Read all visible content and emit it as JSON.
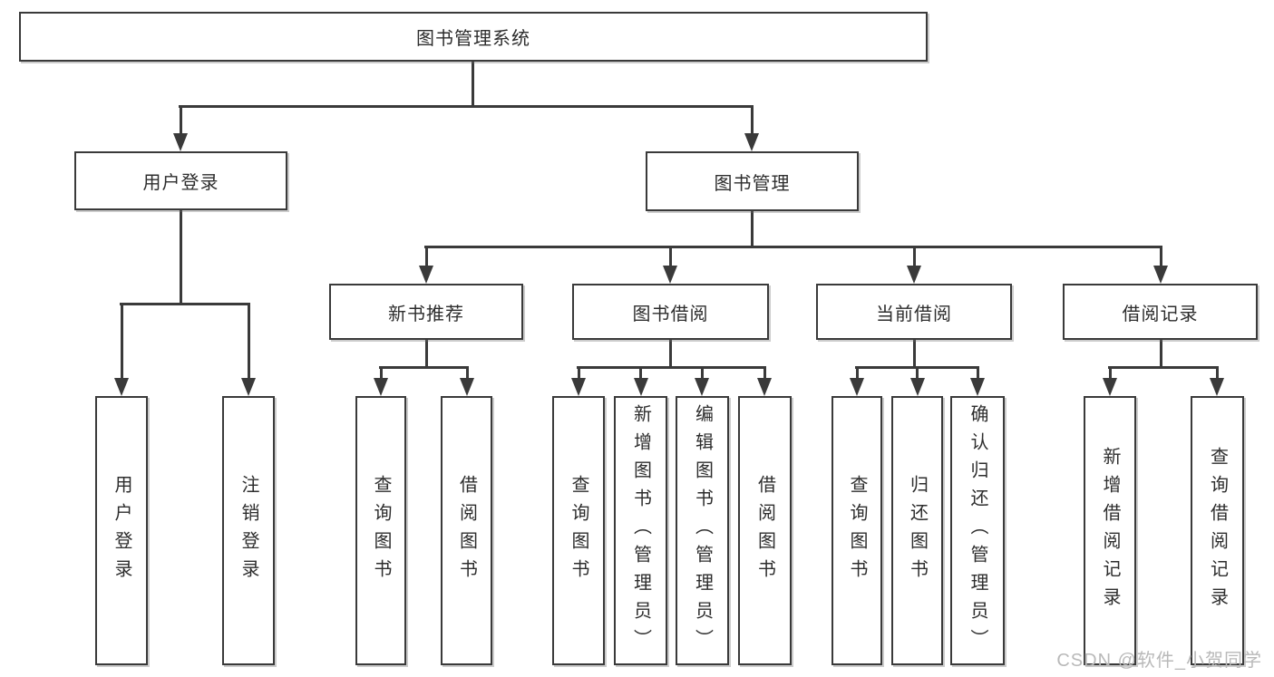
{
  "diagram": {
    "root": {
      "label": "图书管理系统"
    },
    "branches": [
      {
        "label": "用户登录",
        "children": [
          {
            "label": "用户登录"
          },
          {
            "label": "注销登录"
          }
        ]
      },
      {
        "label": "图书管理",
        "children": [
          {
            "label": "新书推荐",
            "children": [
              {
                "label": "查询图书"
              },
              {
                "label": "借阅图书"
              }
            ]
          },
          {
            "label": "图书借阅",
            "children": [
              {
                "label": "查询图书"
              },
              {
                "label": "新增图书（管理员）"
              },
              {
                "label": "编辑图书（管理员）"
              },
              {
                "label": "借阅图书"
              }
            ]
          },
          {
            "label": "当前借阅",
            "children": [
              {
                "label": "查询图书"
              },
              {
                "label": "归还图书"
              },
              {
                "label": "确认归还（管理员）"
              }
            ]
          },
          {
            "label": "借阅记录",
            "children": [
              {
                "label": "新增借阅记录"
              },
              {
                "label": "查询借阅记录"
              }
            ]
          }
        ]
      }
    ]
  },
  "watermark": {
    "text": "CSDN @软件_小贺同学"
  },
  "colors": {
    "line": "#3a3a3a",
    "text": "#2d2d2d",
    "watermark": "#b9b9b9",
    "background": "#ffffff"
  }
}
